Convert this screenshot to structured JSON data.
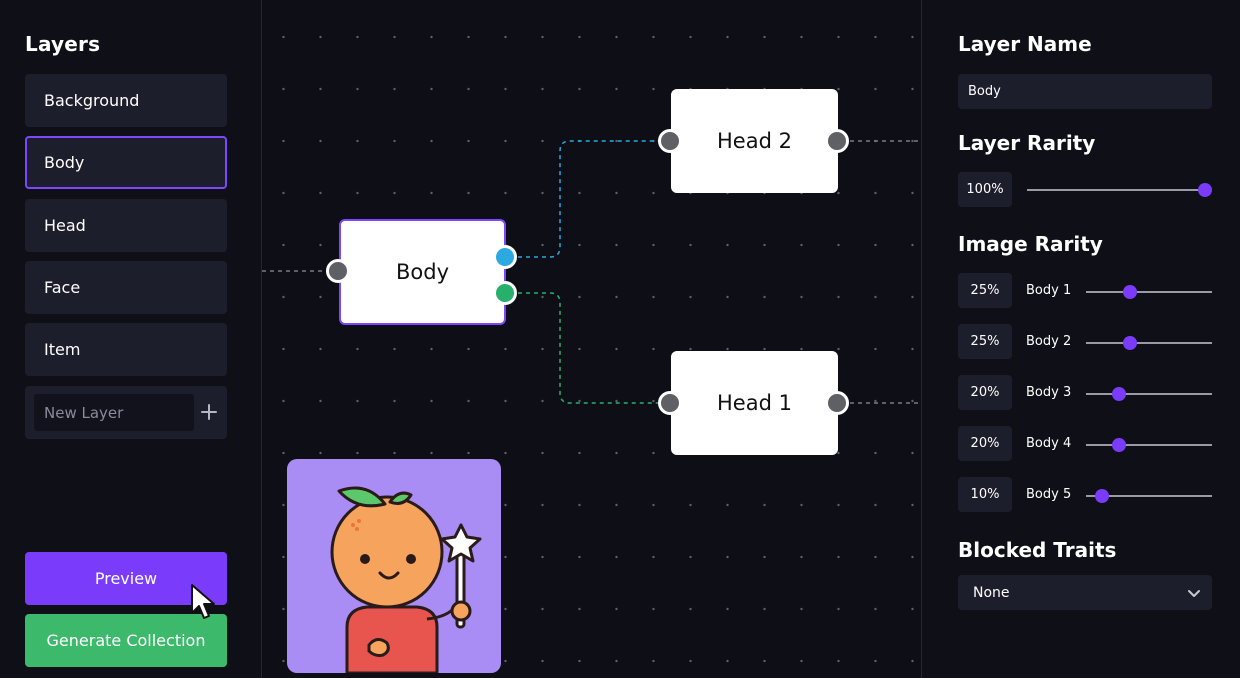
{
  "left_panel": {
    "title": "Layers",
    "layers": [
      {
        "label": "Background"
      },
      {
        "label": "Body",
        "active": true
      },
      {
        "label": "Head"
      },
      {
        "label": "Face"
      },
      {
        "label": "Item"
      }
    ],
    "new_layer_placeholder": "New Layer",
    "add_icon": "plus-icon",
    "preview_label": "Preview",
    "generate_label": "Generate Collection"
  },
  "canvas": {
    "nodes": {
      "body": "Body",
      "head2": "Head 2",
      "head1": "Head 1"
    },
    "port_colors": {
      "input": "#5f5f66",
      "blue": "#2da9e1",
      "green": "#27b06b"
    },
    "preview_icon": "orange-character-with-star-wand"
  },
  "right_panel": {
    "layer_name_title": "Layer Name",
    "layer_name_value": "Body",
    "layer_rarity_title": "Layer Rarity",
    "layer_rarity": {
      "label": "100%",
      "fraction": 1.0
    },
    "image_rarity_title": "Image Rarity",
    "image_rarity": [
      {
        "pct": "25%",
        "name": "Body 1",
        "fraction": 0.35
      },
      {
        "pct": "25%",
        "name": "Body 2",
        "fraction": 0.35
      },
      {
        "pct": "20%",
        "name": "Body 3",
        "fraction": 0.26
      },
      {
        "pct": "20%",
        "name": "Body 4",
        "fraction": 0.26
      },
      {
        "pct": "10%",
        "name": "Body 5",
        "fraction": 0.13
      }
    ],
    "blocked_traits_title": "Blocked Traits",
    "blocked_traits_value": "None"
  },
  "colors": {
    "accent": "#7a3cfa",
    "success": "#3cb96b",
    "panel_bg": "#1d1e2b",
    "background": "#0e0e17"
  }
}
